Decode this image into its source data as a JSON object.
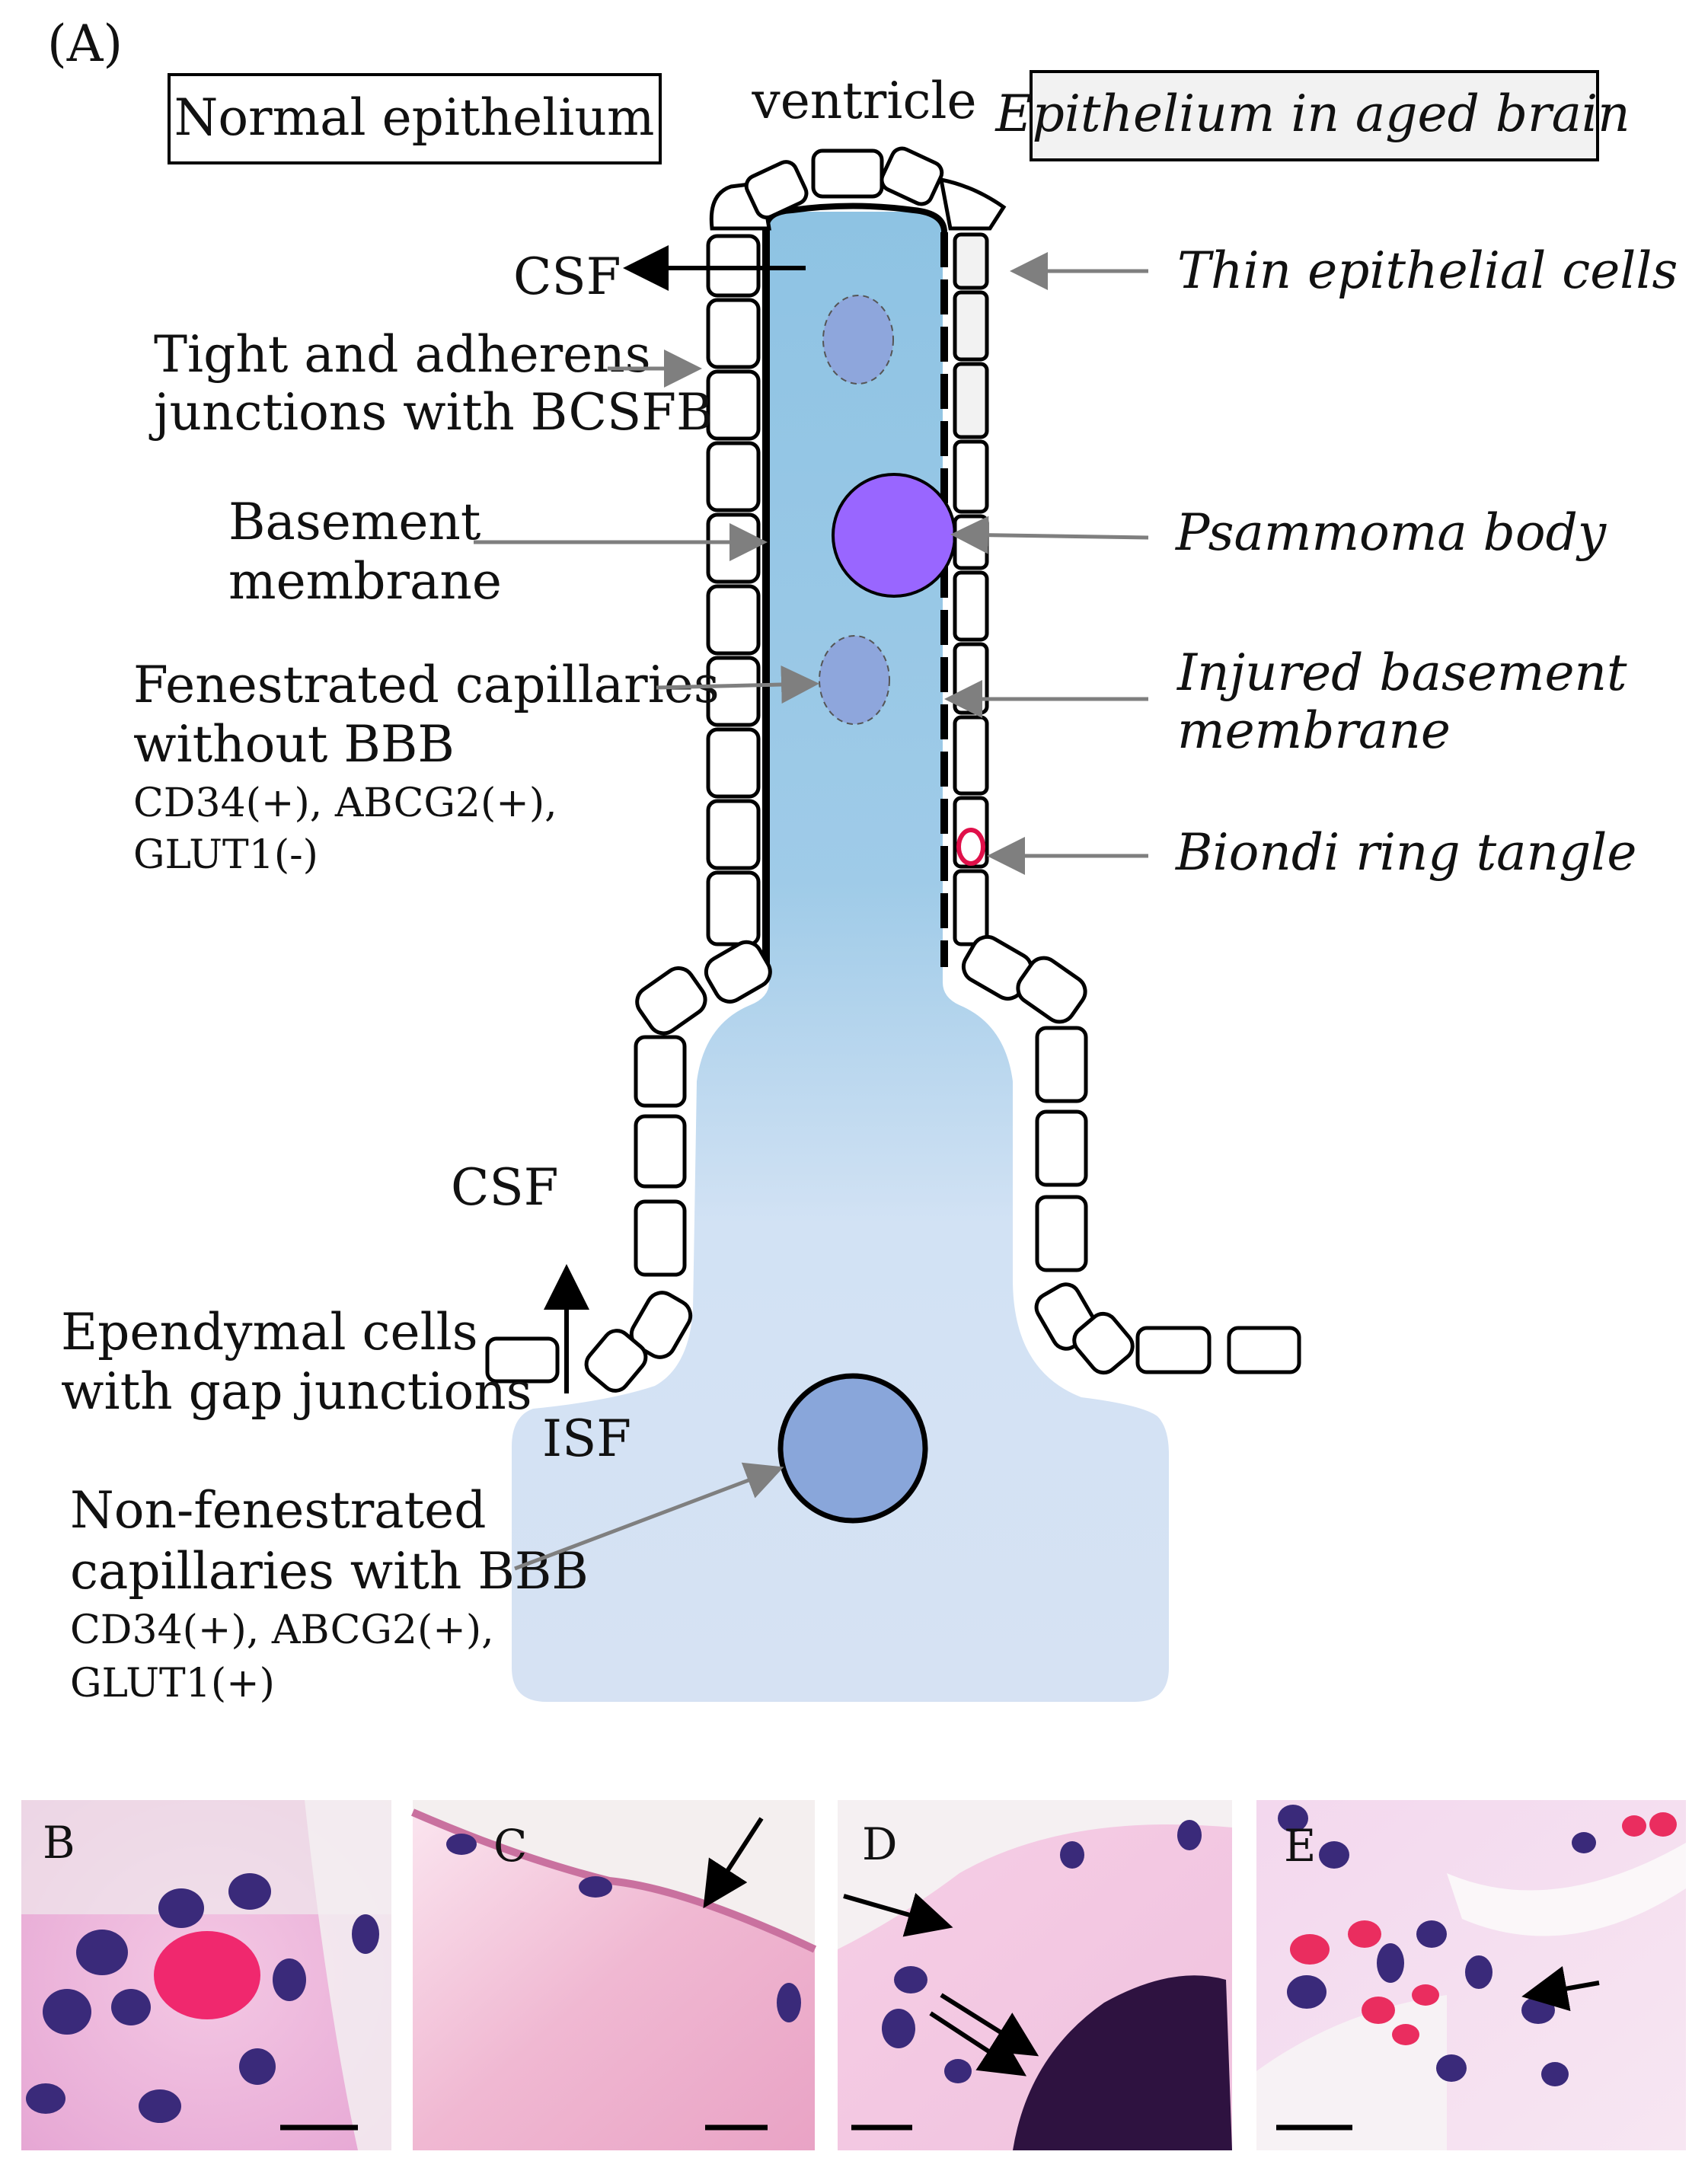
{
  "panel_a": {
    "letter": "(A)",
    "box_left": "Normal epithelium",
    "box_right": "Epithelium in aged brain",
    "top_label": "ventricle",
    "left_labels": {
      "csf_top": "CSF",
      "tight_line1": "Tight and adherens",
      "tight_line2": "junctions with BCSFB",
      "basement_line1": "Basement",
      "basement_line2": "membrane",
      "fenestrated_line1": "Fenestrated capillaries",
      "fenestrated_line2": "without BBB",
      "fenestrated_markers1": "CD34(+), ABCG2(+),",
      "fenestrated_markers2": "GLUT1(-)",
      "csf_bottom": "CSF",
      "ependymal_line1": "Ependymal cells",
      "ependymal_line2": "with gap junctions",
      "isf": "ISF",
      "nonfen_line1": "Non-fenestrated",
      "nonfen_line2": "capillaries with BBB",
      "nonfen_markers1": "CD34(+), ABCG2(+),",
      "nonfen_markers2": "GLUT1(+)"
    },
    "right_labels": {
      "thin": "Thin epithelial cells",
      "psammoma": "Psammoma body",
      "injured_line1": "Injured basement",
      "injured_line2": "membrane",
      "biondi": "Biondi ring tangle"
    },
    "colors": {
      "stalk_top": "#8ec3e3",
      "stalk_bottom": "#d6e2f3",
      "psammoma": "#9966ff",
      "fenestrated_capillary": "#8ea6dc",
      "nonfen_capillary": "#89a6da",
      "biondi_ring": "#e0104a",
      "arrow_gray": "#7f7f7f",
      "right_box_fill": "#f2f2f2"
    }
  },
  "micrographs": [
    {
      "letter": "B"
    },
    {
      "letter": "C"
    },
    {
      "letter": "D"
    },
    {
      "letter": "E"
    }
  ]
}
